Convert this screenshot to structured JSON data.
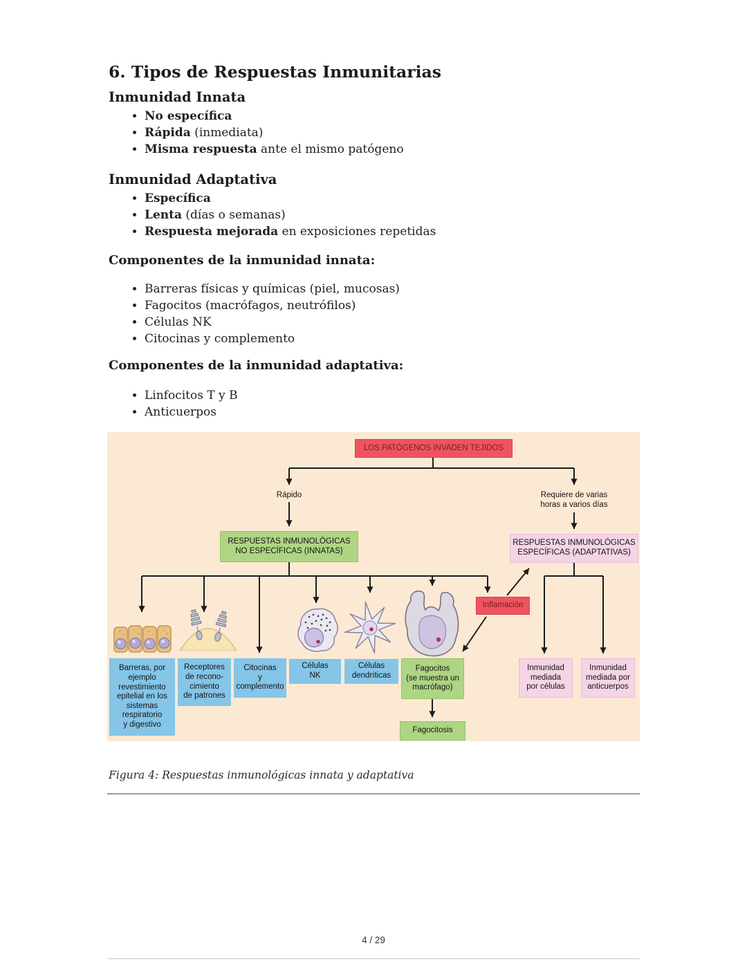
{
  "page": {
    "title": "6. Tipos de Respuestas Inmunitarias",
    "caption": "Figura 4: Respuestas inmunológicas innata y adaptativa",
    "page_number": "4 / 29"
  },
  "sections": [
    {
      "heading": "Inmunidad Innata",
      "items": [
        {
          "b": "No específica",
          "r": ""
        },
        {
          "b": "Rápida",
          "r": " (inmediata)"
        },
        {
          "b": "Misma respuesta",
          "r": " ante el mismo patógeno"
        }
      ]
    },
    {
      "heading": "Inmunidad Adaptativa",
      "items": [
        {
          "b": "Específica",
          "r": ""
        },
        {
          "b": "Lenta",
          "r": " (días o semanas)"
        },
        {
          "b": "Respuesta mejorada",
          "r": " en exposiciones repetidas"
        }
      ]
    },
    {
      "heading": "Componentes de la inmunidad innata:",
      "items": [
        {
          "b": "",
          "r": "Barreras físicas y químicas (piel, mucosas)"
        },
        {
          "b": "",
          "r": "Fagocitos (macrófagos, neutrófilos)"
        },
        {
          "b": "",
          "r": "Células NK"
        },
        {
          "b": "",
          "r": "Citocinas y complemento"
        }
      ]
    },
    {
      "heading": "Componentes de la inmunidad adaptativa:",
      "items": [
        {
          "b": "",
          "r": "Linfocitos T y B"
        },
        {
          "b": "",
          "r": "Anticuerpos"
        }
      ]
    }
  ],
  "diagram": {
    "pathogens_box": "LOS PATÓGENOS INVADEN TEJIDOS",
    "rapid_label": "Rápido",
    "slow_label": "Requiere de varias\nhoras a varios días",
    "innate_box": "RESPUESTAS INMUNOLÓGICAS\nNO ESPECÍFICAS (INNATAS)",
    "adaptive_box": "RESPUESTAS INMUNOLÓGICAS\nESPECÍFICAS (ADAPTATIVAS)",
    "inflammation_box": "Inflamación",
    "barriers_box": "Barreras, por\nejemplo\nrevestimiento\nepitelial en los\nsistemas\nrespiratorio\ny digestivo",
    "receptors_box": "Receptores\nde recono-\ncimiento\nde patrones",
    "cytokines_box": "Citocinas\ny\ncomplemento",
    "nk_box": "Células\nNK",
    "dendritic_box": "Células\ndendríticas",
    "phagocytes_box": "Fagocitos\n(se muestra un\nmacrófago)",
    "phagocytosis_box": "Fagocitosis",
    "cell_mediated_box": "Inmunidad\nmediada\npor células",
    "antibody_mediated_box": "Inmunidad\nmediada por\nanticuerpos",
    "icons": {
      "barriers": "epithelial-cells-icon",
      "receptors": "pattern-recognition-receptors-icon",
      "nk": "nk-cell-icon",
      "dendritic": "dendritic-cell-icon",
      "phagocyte": "macrophage-icon"
    },
    "colors": {
      "background": "#fce9d3",
      "red_box": "#ee5460",
      "green_box": "#aed584",
      "blue_box": "#84c5e8",
      "pink_box": "#f5d4e5",
      "arrow": "#1c1c1c"
    }
  }
}
